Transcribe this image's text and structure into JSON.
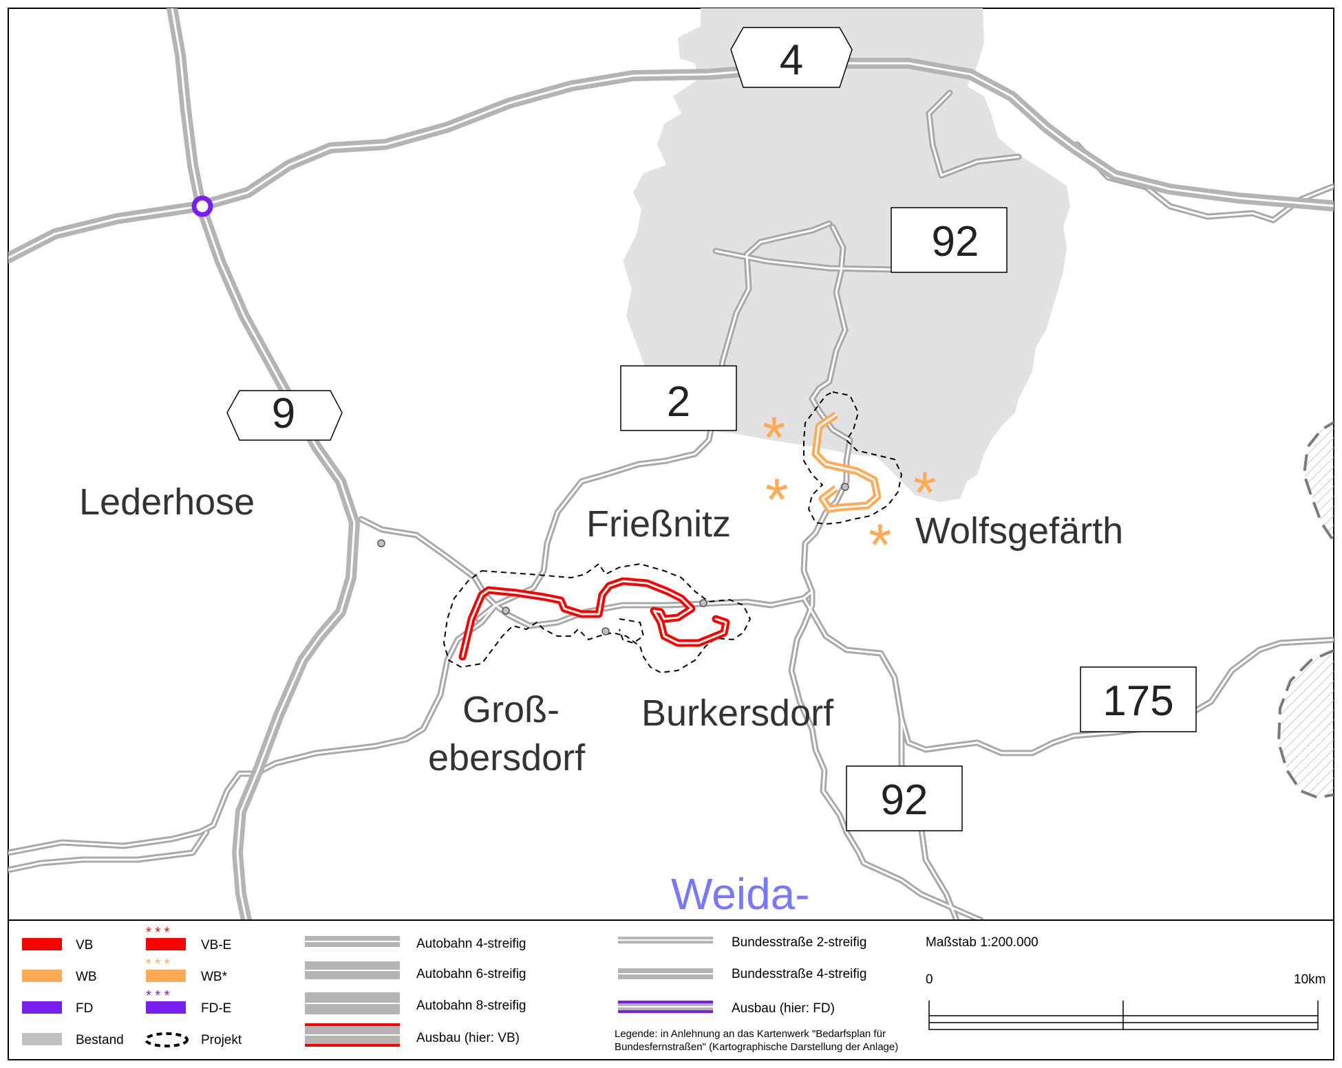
{
  "map": {
    "places": {
      "lederhose": "Lederhose",
      "friessnitz": "Frießnitz",
      "wolfsgefaerth": "Wolfsgefärth",
      "gross_line1": "Groß-",
      "gross_line2": "ebersdorf",
      "burkersdorf": "Burkersdorf",
      "weida": "Weida-"
    },
    "route_shields": {
      "a4": "4",
      "a9": "9",
      "b2": "2",
      "b92_north": "92",
      "b92_south": "92",
      "b175": "175"
    }
  },
  "legend": {
    "vb": "VB",
    "vb_e": "VB-E",
    "wb": "WB",
    "wb_star": "WB*",
    "fd": "FD",
    "fd_e": "FD-E",
    "bestand": "Bestand",
    "projekt": "Projekt",
    "autobahn4": "Autobahn 4-streifig",
    "autobahn6": "Autobahn 6-streifig",
    "autobahn8": "Autobahn 8-streifig",
    "ausbau_vb": "Ausbau (hier: VB)",
    "bundes2": "Bundesstraße 2-streifig",
    "bundes4": "Bundesstraße 4-streifig",
    "ausbau_fd": "Ausbau (hier: FD)",
    "note_line1": "Legende: in Anlehnung an das Kartenwerk \"Bedarfsplan für",
    "note_line2": "Bundesfernstraßen\" (Kartographische Darstellung der Anlage)",
    "scale_title": "Maßstab 1:200.000",
    "scale_zero": "0",
    "scale_max": "10km"
  },
  "colors": {
    "vb": "#ff0000",
    "wb": "#ffaa55",
    "fd": "#7a1ef0",
    "bestand": "#c0c0c0",
    "urban_area": "#e2e2e2",
    "river_label": "#7878ff"
  }
}
